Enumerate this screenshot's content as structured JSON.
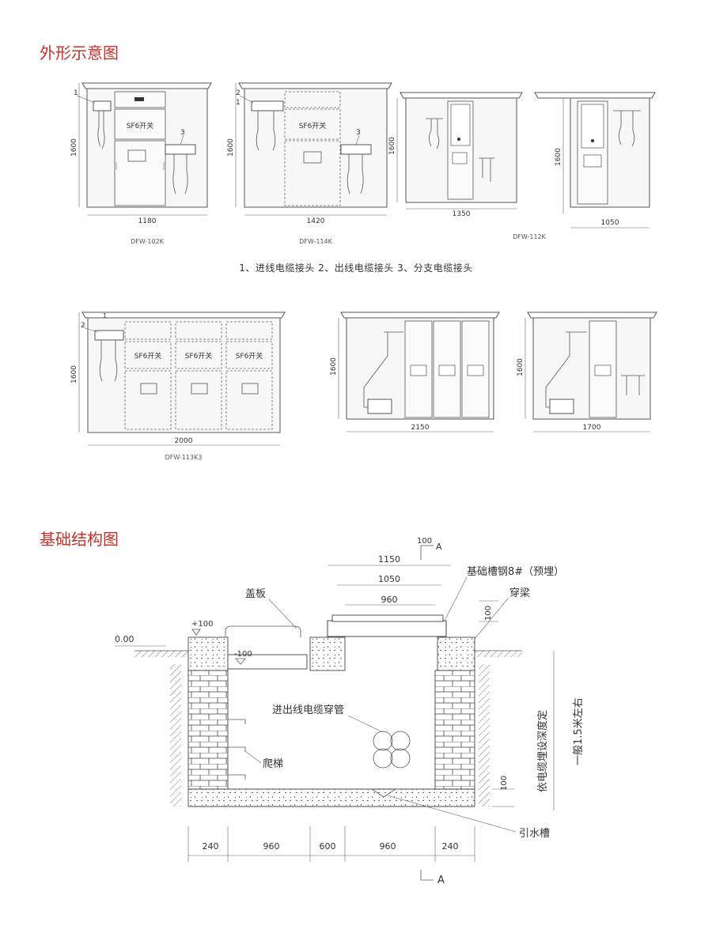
{
  "sections": {
    "exterior_title": "外形示意图",
    "foundation_title": "基础结构图"
  },
  "legend": "1、进线电缆接头  2、出线电缆接头  3、分支电缆接头",
  "units": {
    "u102k": {
      "model": "DFW-102K",
      "width": "1180",
      "height": "1600",
      "switch": "SF6开关",
      "callouts": [
        "1",
        "3"
      ]
    },
    "u114k": {
      "model": "DFW-114K",
      "width": "1420",
      "height": "1600",
      "switch": "SF6开关",
      "callouts": [
        "2",
        "1",
        "3"
      ]
    },
    "u112k_a": {
      "width": "1350",
      "height": "1600"
    },
    "u112k_b": {
      "model": "DFW-112K",
      "width": "1050",
      "height": "1600"
    },
    "u113k3": {
      "model": "DFW-113K3",
      "width": "2000",
      "height": "1600",
      "switch": "SF6开关",
      "callouts": [
        "2",
        "1"
      ]
    },
    "u2150": {
      "width": "2150",
      "height": "1600"
    },
    "u1700": {
      "width": "1700",
      "height": "1600"
    }
  },
  "foundation": {
    "section_marker": "A",
    "section_dim": "100",
    "dims_top": [
      "1150",
      "1050",
      "960"
    ],
    "dim_100_right": "100",
    "cover_plus": "+100",
    "cover_minus": "-100",
    "ground": "0.00",
    "labels": {
      "cover": "盖板",
      "channel": "基础槽钢8#（预埋）",
      "beam": "穿梁",
      "conduit": "进出线电缆穿管",
      "ladder": "爬梯",
      "drain": "引水槽",
      "depth_1": "依电缆埋设深度定",
      "depth_2": "一般1.5米左右",
      "dim_100_bottom": "100"
    },
    "dims_bottom": [
      "240",
      "960",
      "600",
      "960",
      "240"
    ]
  }
}
